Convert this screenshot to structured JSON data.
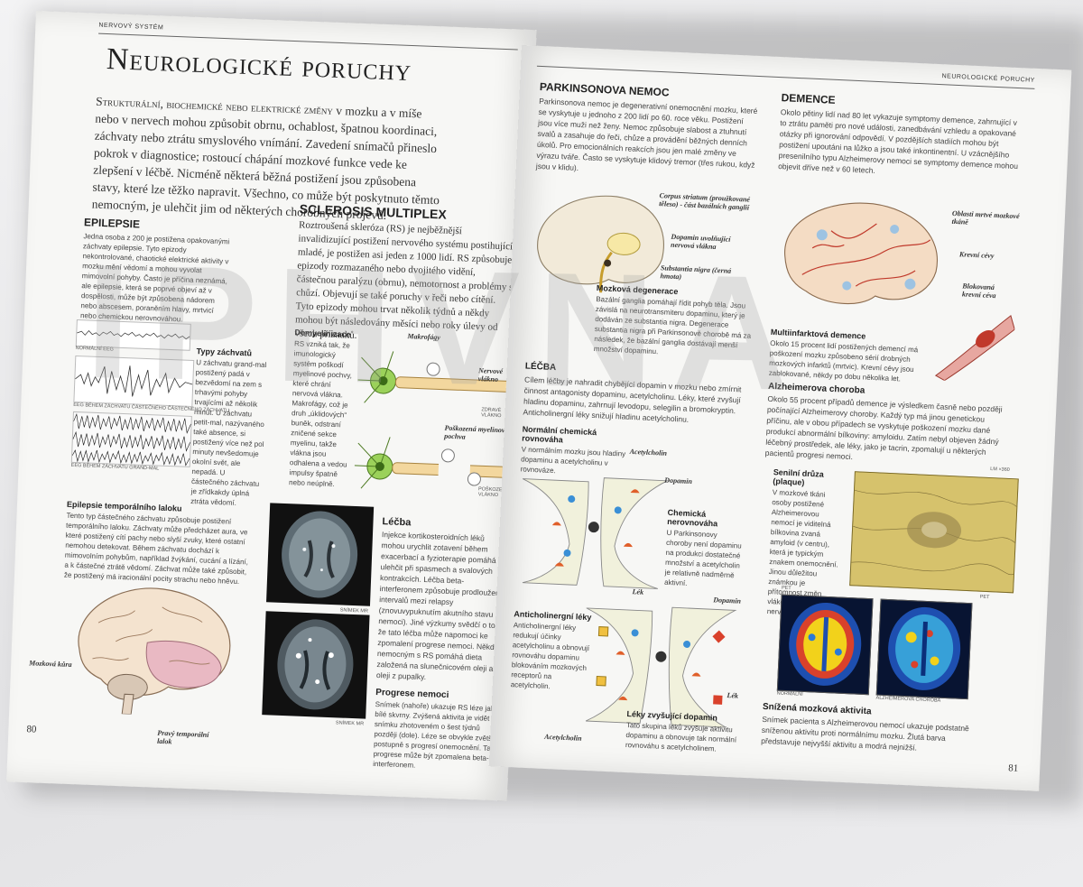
{
  "left": {
    "header": "NERVOVÝ SYSTÉM",
    "title": "Neurologické poruchy",
    "intro_lead": "Strukturální, biochemické nebo elektrické změny",
    "intro_rest": " v mozku a v míše nebo v nervech mohou způsobit obrnu, ochablost, špatnou koordinaci, záchvaty nebo ztrátu smyslového vnímání. Zavedení snímačů přineslo pokrok v diagnostice; rostoucí chápání mozkové funkce vede ke zlepšení v léčbě. Nicméně některá běžná postižení jsou způsobena stavy, které lze těžko napravit. Všechno, co může být poskytnuto těmto nemocným, je ulehčit jim od některých chorobných projevů.",
    "epilepsy": {
      "heading": "Epilepsie",
      "text": "Jedna osoba z 200 je postižena opakovanými záchvaty epilepsie. Tyto epizody nekontrolované, chaotické elektrické aktivity v mozku mění vědomí a mohou vyvolat mimovolní pohyby. Často je příčina neznámá, ale epilepsie, která se poprvé objeví až v dospělosti, může být způsobena nádorem nebo abscesem, poraněním hlavy, mrtvicí nebo chemickou nerovnováhou.",
      "eeg1": "NORMÁLNÍ EEG",
      "eeg2": "EEG BĚHEM ZÁCHVATU ČÁSTEČNÉHO ČÁSTEČNÉHO ZÁCHVATU",
      "eeg3": "EEG BĚHEM ZÁCHVATU GRAND-MAL",
      "types_heading": "Typy záchvatů",
      "types_text": "U záchvatu grand-mal postižený padá v bezvědomí na zem s trhavými pohyby trvajícími až několik minut. U záchvatu petit-mal, nazývaného také absence, si postižený více než pol minuty nevšedomuje okolní svět, ale nepadá. U částečného záchvatu je zřídkakdy úplná ztráta vědomí."
    },
    "temporal": {
      "heading": "Epilepsie temporálního laloku",
      "text": "Tento typ částečného záchvatu způsobuje postižení temporálního laloku. Záchvaty může předcházet aura, ve které postižený cítí pachy nebo slyší zvuky, které ostatní nemohou detekovat. Během záchvatu dochází k mimovolním pohybům, například žvýkání, cucání a lízání, a k částečné ztrátě vědomí. Záchvat může také způsobit, že postižený má iracionální pocity strachu nebo hněvu.",
      "label_cortex": "Mozková kůra",
      "label_lobe": "Pravý temporální lalok"
    },
    "ms": {
      "heading": "Sclerosis multiplex",
      "text": "Roztroušená skleróza (RS) je nejběžnější invalidizující postižení nervového systému postihující mladé, je postižen asi jeden z 1000 lidí. RS způsobuje epizody rozmazaného nebo dvojitého vidění, částečnou paralýzu (obrnu), nemotornost a problémy s chůzí. Objevují se také poruchy v řeči nebo cítění. Tyto epizody mohou trvat několik týdnů a někdy mohou být následovány měsíci nebo roky úlevy od všech příznaků.",
      "demyel_heading": "Demyelinizace",
      "demyel_text": "RS vzniká tak, že imunologický systém poškodí myelinové pochvy, které chrání nervová vlákna. Makrofágy, což je druh „úklidových“ buněk, odstraní zničené sekce myelinu, takže vlákna jsou odhalena a vedou impulsy špatně nebo neúplně.",
      "label_macro": "Makrofágy",
      "label_fiber": "Nervové vlákno",
      "label_healthy": "ZDRAVÉ VLÁKNO",
      "label_damaged": "Poškozená myelinová pochva",
      "label_damaged_fiber": "POŠKOZENÉ VLÁKNO",
      "treat_heading": "Léčba",
      "treat_text": "Injekce kortikosteroidních léků mohou urychlit zotavení během exacerbací a fyzioterapie pomáhá ulehčit při spasmech a svalových kontrakcích. Léčba beta-interferonem způsobuje prodloužení intervalů mezi relapsy (znovuvypuknutím akutního stavu nemoci). Jiné výzkumy svědčí o tom, že tato léčba může napomoci ke zpomalení progrese nemoci. Někdy nemocným s RS pomáhá dieta založená na slunečnicovém oleji a oleji z pupalky.",
      "mri1": "SNÍMEK MR",
      "mri2": "SNÍMEK MR",
      "prog_heading": "Progrese nemoci",
      "prog_text": "Snímek (nahoře) ukazuje RS léze jako bílé skvrny. Zvýšená aktivita je vidět na snímku zhotoveném o šest týdnů později (dole). Léze se obvykle zvětšují postupně s progresí onemocnění. Tato progrese může být zpomalena beta-interferonem."
    },
    "page_number": "80"
  },
  "right": {
    "header": "NEUROLOGICKÉ PORUCHY",
    "parkinson": {
      "heading": "Parkinsonova nemoc",
      "text": "Parkinsonova nemoc je degenerativní onemocnění mozku, které se vyskytuje u jednoho z 200 lidí po 60. roce věku. Postižení jsou více muži než ženy. Nemoc způsobuje slabost a ztuhnutí svalů a zasahuje do řeči, chůze a provádění běžných denních úkolů. Pro emocionálních reakcích jsou jen malé změny ve výrazu tváře. Často se vyskytuje klidový tremor (třes rukou, když jsou v klidu).",
      "label_striatum": "Corpus striatum (proužkované těleso) - část bazálních ganglií",
      "label_dopamine_fibers": "Dopamin uvolňující nervová vlákna",
      "label_nigra": "Substantia nigra (černá hmota)",
      "degen_heading": "Mozková degenerace",
      "degen_text": "Bazální ganglia pomáhají řídit pohyb těla. Jsou závislá na neurotransmiteru dopaminu, který je dodáván ze substantia nigra. Degenerace substantia nigra při Parkinsonově chorobě má za následek, že bazální ganglia dostávají menší množství dopaminu.",
      "treat_heading": "Léčba",
      "treat_text": "Cílem léčby je nahradit chybějící dopamin v mozku nebo zmírnit činnost antagonisty dopaminu, acetylcholinu. Léky, které zvyšují hladinu dopaminu, zahrnují levodopu, selegilin a bromokryptin. Anticholinergní léky snižují hladinu acetylcholinu.",
      "balance_heading": "Normální chemická rovnováha",
      "balance_text": "V normálním mozku jsou hladiny dopaminu a acetylcholinu v rovnováze.",
      "label_ach": "Acetylcholin",
      "label_dopa": "Dopamin",
      "imbalance_heading": "Chemická nerovnováha",
      "imbalance_text": "U Parkinsonovy choroby není dopaminu na produkci dostatečné množství a acetylcholin je relativně nadměrně aktivní.",
      "antichol_heading": "Anticholinergní léky",
      "antichol_text": "Anticholinergní léky redukují účinky acetylcholinu a obnovují rovnováhu dopaminu blokováním mozkových receptorů na acetylcholin.",
      "label_drug": "Lék",
      "label_dopa2": "Dopamin",
      "label_drug2": "Lék",
      "label_ach2": "Acetylcholin",
      "boost_heading": "Léky zvyšující dopamin",
      "boost_text": "Tato skupina léků zvyšuje aktivitu dopaminu a obnovuje tak normální rovnováhu s acetylcholinem."
    },
    "dementia": {
      "heading": "Demence",
      "text": "Okolo pětiny lidí nad 80 let vykazuje symptomy demence, zahrnující v to ztrátu paměti pro nové události, zanedbávání vzhledu a opakované otázky při ignorování odpovědí. V pozdějších stadiích mohou být postižení upoutáni na lůžko a jsou také inkontinentní. U vzácnějšího presenilního typu Alzheimerovy nemoci se symptomy demence mohou objevit dříve než v 60 letech.",
      "label_dead": "Oblasti mrtvé mozkové tkáně",
      "label_vessels": "Krevní cévy",
      "label_blocked": "Blokovaná krevní céva",
      "multi_heading": "Multiinfarktová demence",
      "multi_text": "Okolo 15 procent lidí postižených demencí má poškození mozku způsobeno sérií drobných mozkových infarktů (mrtvic). Krevní cévy jsou zablokované, někdy po dobu několika let.",
      "alz_heading": "Alzheimerova choroba",
      "alz_text": "Okolo 55 procent případů demence je výsledkem časně nebo později počínající Alzheimerovy choroby. Každý typ má jinou genetickou příčinu, ale v obou případech se vyskytuje poškození mozku dané produkcí abnormální bílkoviny: amyloidu. Zatím nebyl objeven žádný léčebný prostředek, ale léky, jako je tacrin, zpomalují u některých pacientů progresi nemoci.",
      "plaque_heading": "Senilní drůza (plaque)",
      "plaque_text": "V mozkové tkáni osoby postižené Alzheimerovou nemocí je viditelná bílkovina zvaná amyloid (v centru), která je typickým znakem onemocnění. Jinou důležitou známkou je přítomnost změn vláken uvnitř nervových buněk.",
      "lm": "LM ×360",
      "pet1": "PET",
      "pet2": "PET",
      "pet_normal": "NORMÁLNÍ",
      "pet_alz": "ALZHEIMEROVA CHOROBA",
      "activity_heading": "Snížená mozková aktivita",
      "activity_text": "Snímek pacienta s Alzheimerovou nemocí ukazuje podstatně sníženou aktivitu proti normálnímu mozku. Žlutá barva představuje nejvyšší aktivitu a modrá nejnižší."
    },
    "page_number": "81"
  },
  "watermark": "IPHVNA",
  "colors": {
    "page": "#f7f7f5",
    "text": "#2a2a2a",
    "brain_pink": "#e9b9c3",
    "neuron_green": "#7bbf3a",
    "pet_blue": "#1e4fb0",
    "pet_yellow": "#f2d21b",
    "vessel_red": "#c0392b"
  }
}
